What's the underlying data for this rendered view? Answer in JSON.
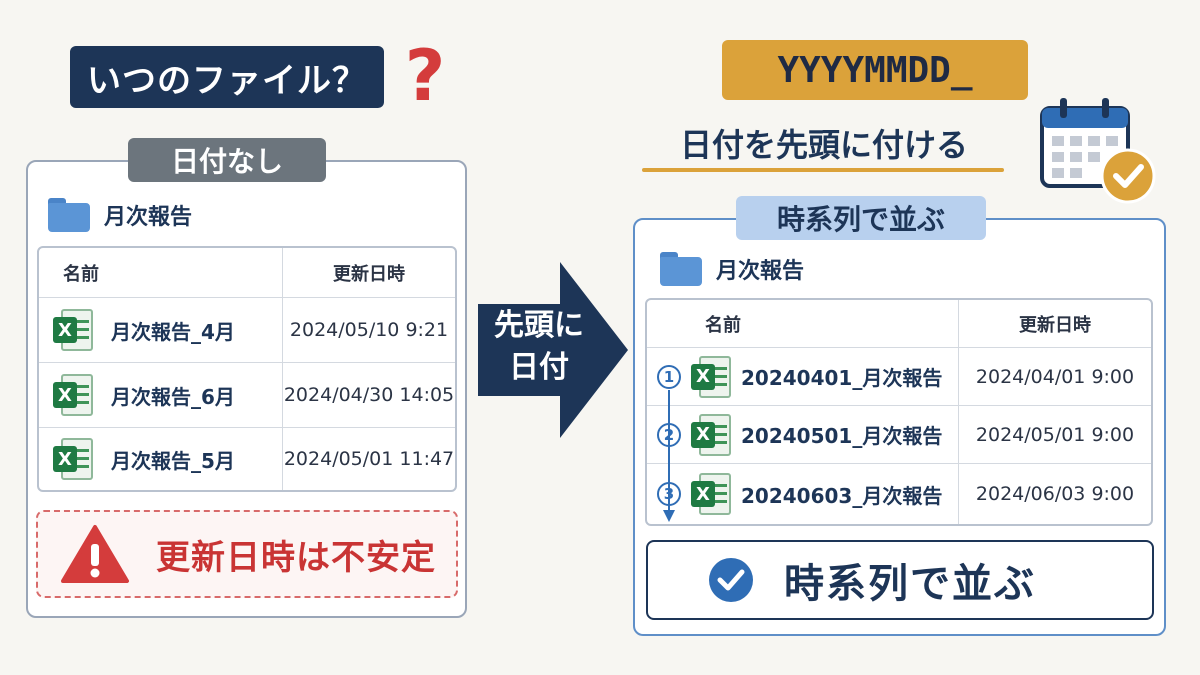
{
  "left": {
    "title": "いつのファイル？",
    "question_mark": "?",
    "tag": "日付なし",
    "folder_name": "月次報告",
    "table": {
      "headers": [
        "名前",
        "更新日時"
      ],
      "rows": [
        {
          "name": "月次報告_4月",
          "modified": "2024/05/10 9:21"
        },
        {
          "name": "月次報告_6月",
          "modified": "2024/04/30 14:05"
        },
        {
          "name": "月次報告_5月",
          "modified": "2024/05/01 11:47"
        }
      ]
    },
    "warning_text": "更新日時は不安定"
  },
  "arrow": {
    "line1": "先頭に",
    "line2": "日付"
  },
  "right": {
    "format": "YYYYMMDD_",
    "subtitle": "日付を先頭に付ける",
    "tag": "時系列で並ぶ",
    "folder_name": "月次報告",
    "table": {
      "headers": [
        "名前",
        "更新日時"
      ],
      "rows": [
        {
          "order": "1",
          "name": "20240401_月次報告",
          "modified": "2024/04/01 9:00"
        },
        {
          "order": "2",
          "name": "20240501_月次報告",
          "modified": "2024/05/01 9:00"
        },
        {
          "order": "3",
          "name": "20240603_月次報告",
          "modified": "2024/06/03 9:00"
        }
      ]
    },
    "result_text": "時系列で並ぶ"
  },
  "icons": {
    "excel": "excel-file-icon",
    "folder": "folder-icon",
    "warning": "warning-icon",
    "check": "check-circle-icon",
    "calendar": "calendar-check-icon"
  },
  "colors": {
    "navy": "#1d3557",
    "gold": "#dba23a",
    "red": "#d43c3c",
    "blue": "#2f6db5",
    "excel_green": "#1f7a43"
  }
}
